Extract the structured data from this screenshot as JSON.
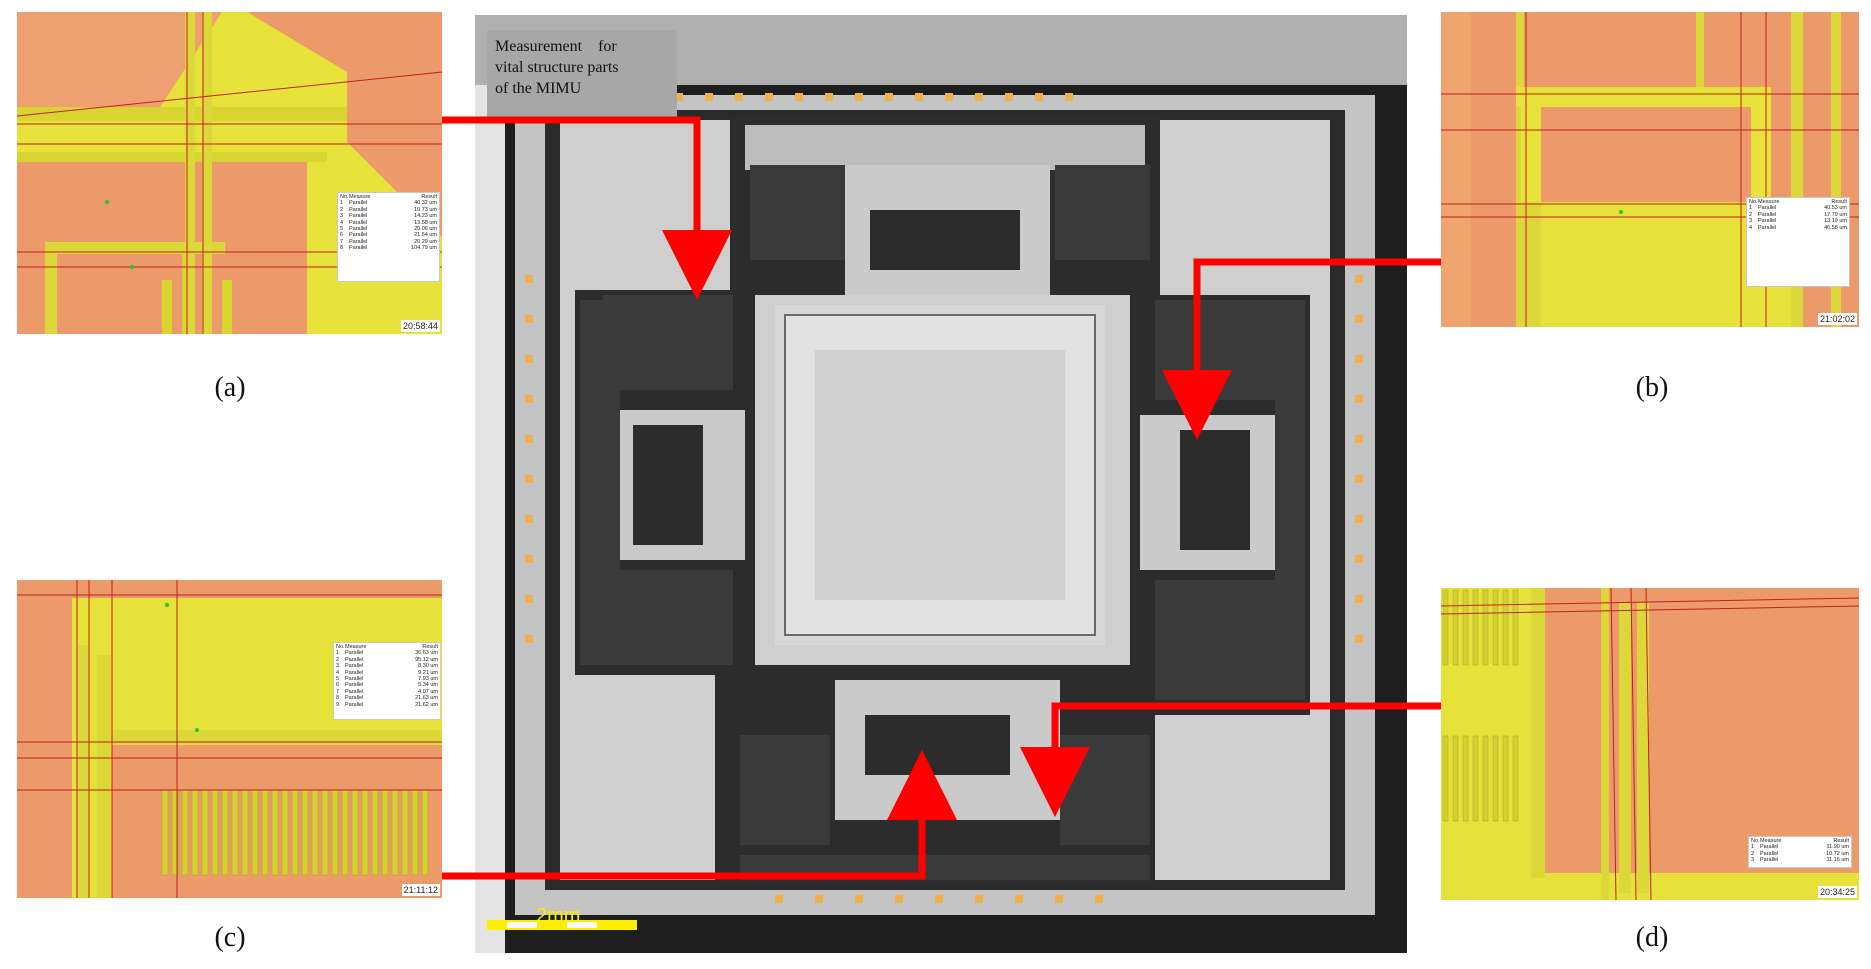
{
  "annotation": {
    "lines": [
      "Measurement    for",
      "vital structure parts",
      "of the MIMU"
    ]
  },
  "scale_bar": {
    "label": "2mm"
  },
  "panels": [
    {
      "caption_letter": "a",
      "timestamp": "20:58:44",
      "table": {
        "header": [
          "No.",
          "Measure",
          "Result"
        ],
        "rows": [
          [
            "1",
            "Parallel",
            "40.32 um"
          ],
          [
            "2",
            "Parallel",
            "10.73 um"
          ],
          [
            "3",
            "Parallel",
            "14.23 um"
          ],
          [
            "4",
            "Parallel",
            "13.58 um"
          ],
          [
            "5",
            "Parallel",
            "20.06 um"
          ],
          [
            "6",
            "Parallel",
            "21.54 um"
          ],
          [
            "7",
            "Parallel",
            "20.29 um"
          ],
          [
            "8",
            "Parallel",
            "104.79 um"
          ]
        ]
      }
    },
    {
      "caption_letter": "b",
      "timestamp": "21:02:02",
      "table": {
        "header": [
          "No.",
          "Measure",
          "Result"
        ],
        "rows": [
          [
            "1",
            "Parallel",
            "40.53 um"
          ],
          [
            "2",
            "Parallel",
            "17.79 um"
          ],
          [
            "3",
            "Parallel",
            "13.19 um"
          ],
          [
            "4",
            "Parallel",
            "46.58 um"
          ]
        ]
      }
    },
    {
      "caption_letter": "c",
      "timestamp": "21:11:12",
      "table": {
        "header": [
          "No.",
          "Measure",
          "Result"
        ],
        "rows": [
          [
            "1",
            "Parallel",
            "36.63 um"
          ],
          [
            "2",
            "Parallel",
            "95.12 um"
          ],
          [
            "3",
            "Parallel",
            "8.30 um"
          ],
          [
            "4",
            "Parallel",
            "9.21 um"
          ],
          [
            "5",
            "Parallel",
            "7.93 um"
          ],
          [
            "6",
            "Parallel",
            "5.34 um"
          ],
          [
            "7",
            "Parallel",
            "4.07 um"
          ],
          [
            "8",
            "Parallel",
            "21.63 um"
          ],
          [
            "9",
            "Parallel",
            "21.62 um"
          ]
        ]
      }
    },
    {
      "caption_letter": "d",
      "timestamp": "20:34:25",
      "table": {
        "header": [
          "No.",
          "Measure",
          "Result"
        ],
        "rows": [
          [
            "1",
            "Parallel",
            "11.90 um"
          ],
          [
            "2",
            "Parallel",
            "10.72 um"
          ],
          [
            "3",
            "Parallel",
            "11.16 um"
          ]
        ]
      }
    }
  ],
  "colors": {
    "microscope_yellow": "#e6e23a",
    "microscope_orange": "#ec9a6a",
    "pointer_red": "#ff0000",
    "gold_pad": "#f0b04a",
    "scale_yellow": "#ffee00"
  }
}
